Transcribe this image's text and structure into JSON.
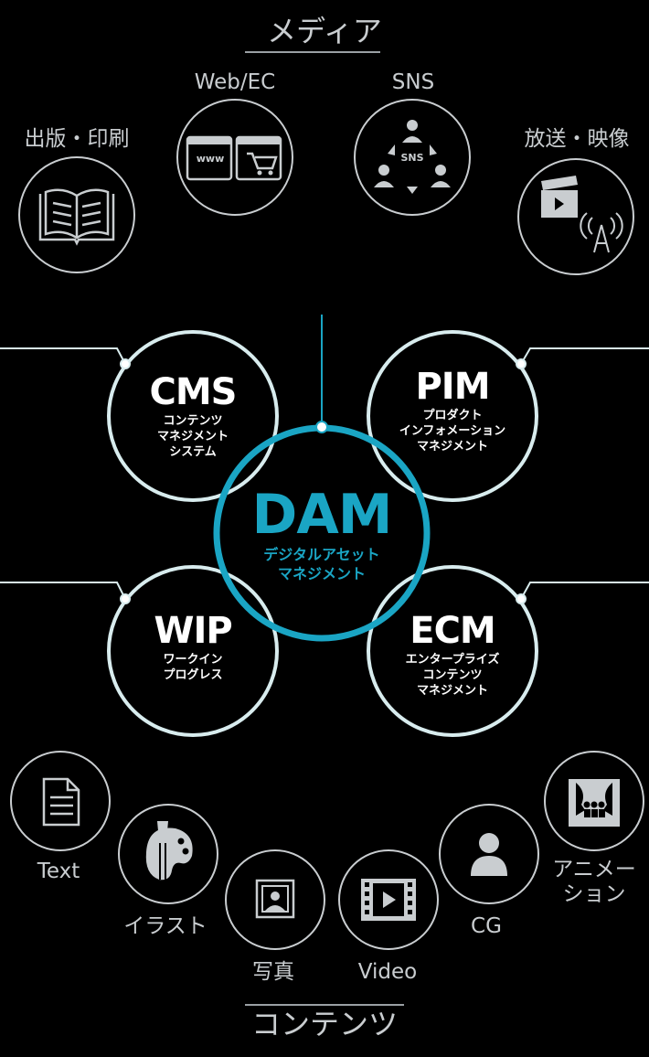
{
  "header_top": "メディア",
  "header_bottom": "コンテンツ",
  "media": [
    {
      "label": "出版・印刷",
      "icon": "book-icon"
    },
    {
      "label": "Web/EC",
      "icon": "web-ec-icon",
      "icon_text": "www"
    },
    {
      "label": "SNS",
      "icon": "sns-icon",
      "icon_text": "SNS"
    },
    {
      "label": "放送・映像",
      "icon": "broadcast-icon"
    }
  ],
  "center": {
    "abbr": "DAM",
    "line1": "デジタルアセット",
    "line2": "マネジメント",
    "color": "#1aa5c4"
  },
  "nodes": [
    {
      "key": "cms",
      "abbr": "CMS",
      "lines": [
        "コンテンツ",
        "マネジメント",
        "システム"
      ]
    },
    {
      "key": "pim",
      "abbr": "PIM",
      "lines": [
        "プロダクト",
        "インフォメーション",
        "マネジメント"
      ]
    },
    {
      "key": "wip",
      "abbr": "WIP",
      "lines": [
        "ワークイン",
        "プログレス"
      ]
    },
    {
      "key": "ecm",
      "abbr": "ECM",
      "lines": [
        "エンタープライズ",
        "コンテンツ",
        "マネジメント"
      ]
    }
  ],
  "contents": [
    {
      "label": "Text",
      "icon": "document-icon"
    },
    {
      "label": "イラスト",
      "icon": "palette-icon"
    },
    {
      "label": "写真",
      "icon": "photo-icon"
    },
    {
      "label": "Video",
      "icon": "video-icon"
    },
    {
      "label": "CG",
      "icon": "person-icon"
    },
    {
      "label": "アニメー\nション",
      "label_lines": [
        "アニメー",
        "ション"
      ],
      "icon": "animation-icon"
    }
  ]
}
